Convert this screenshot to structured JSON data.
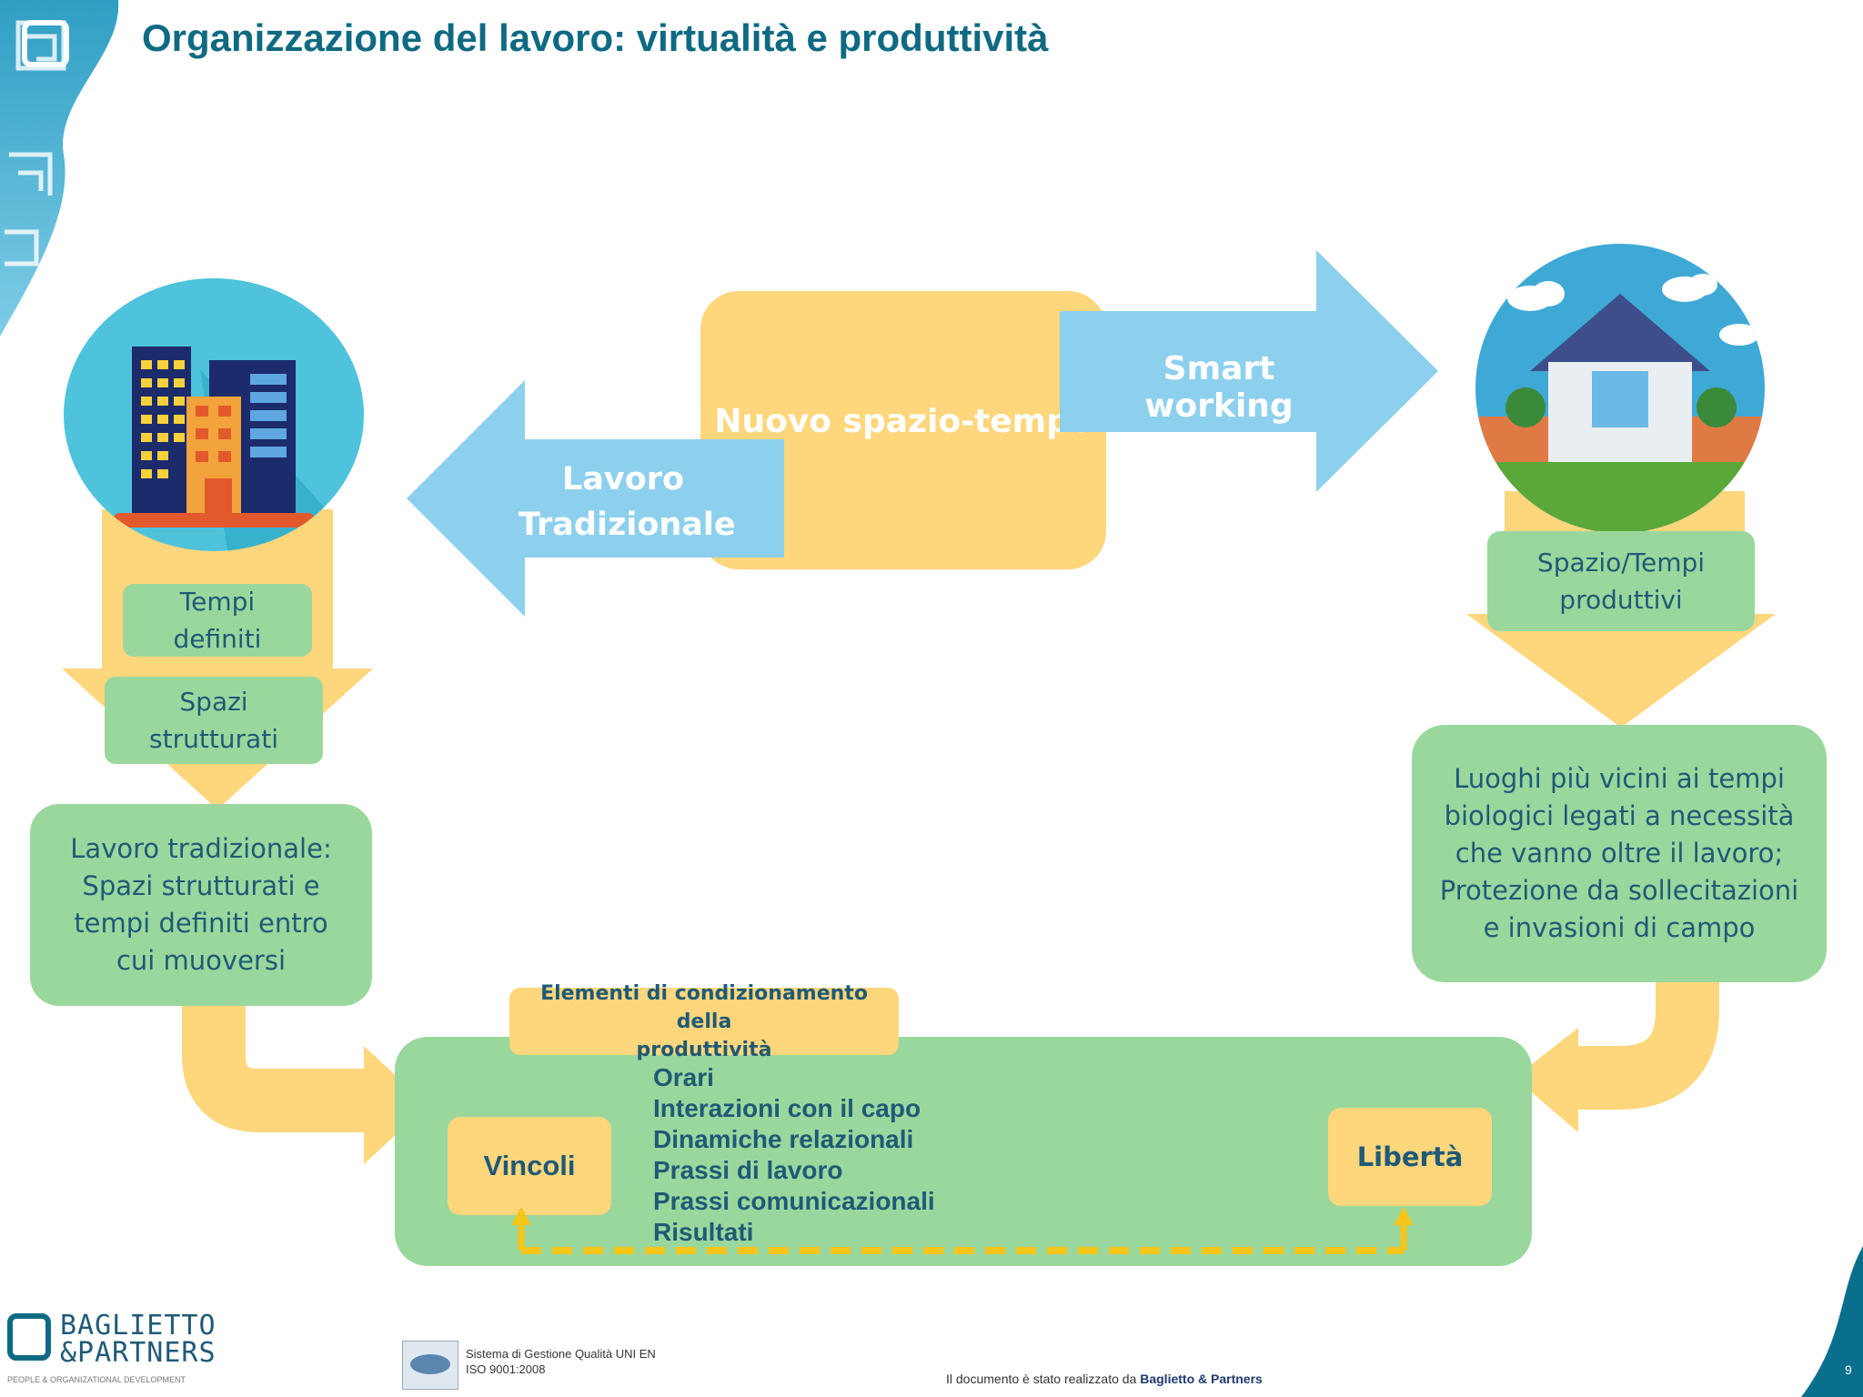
{
  "header": {
    "title": "Organizzazione del lavoro: virtualità e produttività"
  },
  "diagram": {
    "center": "Nuovo spazio-tempo",
    "arrow_right": "Smart working",
    "arrow_left_line1": "Lavoro",
    "arrow_left_line2": "Tradizionale",
    "left": {
      "tempi_line1": "Tempi",
      "tempi_line2": "definiti",
      "spazi_line1": "Spazi",
      "spazi_line2": "strutturati",
      "desc_lines": [
        "Lavoro tradizionale:",
        "Spazi strutturati e",
        "tempi definiti entro",
        "cui muoversi"
      ]
    },
    "right": {
      "spazio_line1": "Spazio/Tempi",
      "spazio_line2": "produttivi",
      "desc_lines": [
        "Luoghi più vicini ai tempi",
        "biologici legati a necessità",
        "che vanno oltre il lavoro;",
        "Protezione da sollecitazioni",
        "e invasioni di campo"
      ]
    },
    "bottom": {
      "header_line1": "Elementi di condizionamento della",
      "header_line2": "produttività",
      "vincoli": "Vincoli",
      "liberta": "Libertà",
      "items": [
        "Orari",
        "Interazioni con il capo",
        "Dinamiche relazionali",
        "Prassi di lavoro",
        "Prassi comunicazionali",
        "Risultati"
      ]
    }
  },
  "footer": {
    "logo_line1": "BAGLIETTO",
    "logo_line2": "&PARTNERS",
    "logo_tagline": "PEOPLE & ORGANIZATIONAL DEVELOPMENT",
    "iso_line1": "Sistema di Gestione Qualità UNI EN",
    "iso_line2": "ISO 9001:2008",
    "credit_prefix": "Il documento è stato realizzato da",
    "credit_company": "Baglietto & Partners",
    "page_number": "9"
  },
  "colors": {
    "title": "#0e6a82",
    "green": "#9ad79d",
    "yellow": "#fed67c",
    "blue_arrow": "#8dd0ee",
    "text_blue": "#1f5a77"
  }
}
